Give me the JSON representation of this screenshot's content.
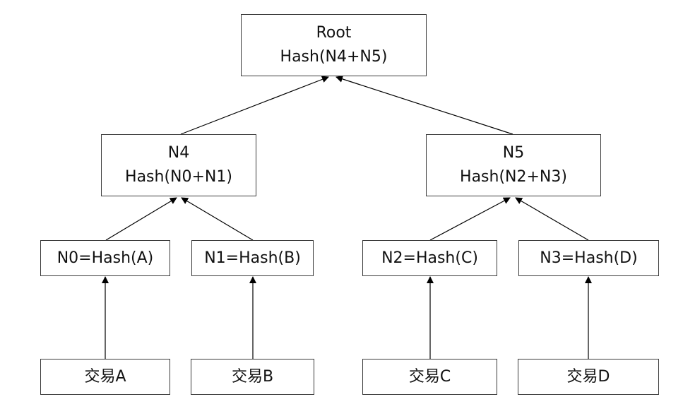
{
  "diagram": {
    "root": {
      "title": "Root",
      "formula": "Hash(N4+N5)"
    },
    "n4": {
      "title": "N4",
      "formula": "Hash(N0+N1)"
    },
    "n5": {
      "title": "N5",
      "formula": "Hash(N2+N3)"
    },
    "leaves": [
      {
        "hash": "N0=Hash(A)",
        "tx": "交易A"
      },
      {
        "hash": "N1=Hash(B)",
        "tx": "交易B"
      },
      {
        "hash": "N2=Hash(C)",
        "tx": "交易C"
      },
      {
        "hash": "N3=Hash(D)",
        "tx": "交易D"
      }
    ]
  }
}
